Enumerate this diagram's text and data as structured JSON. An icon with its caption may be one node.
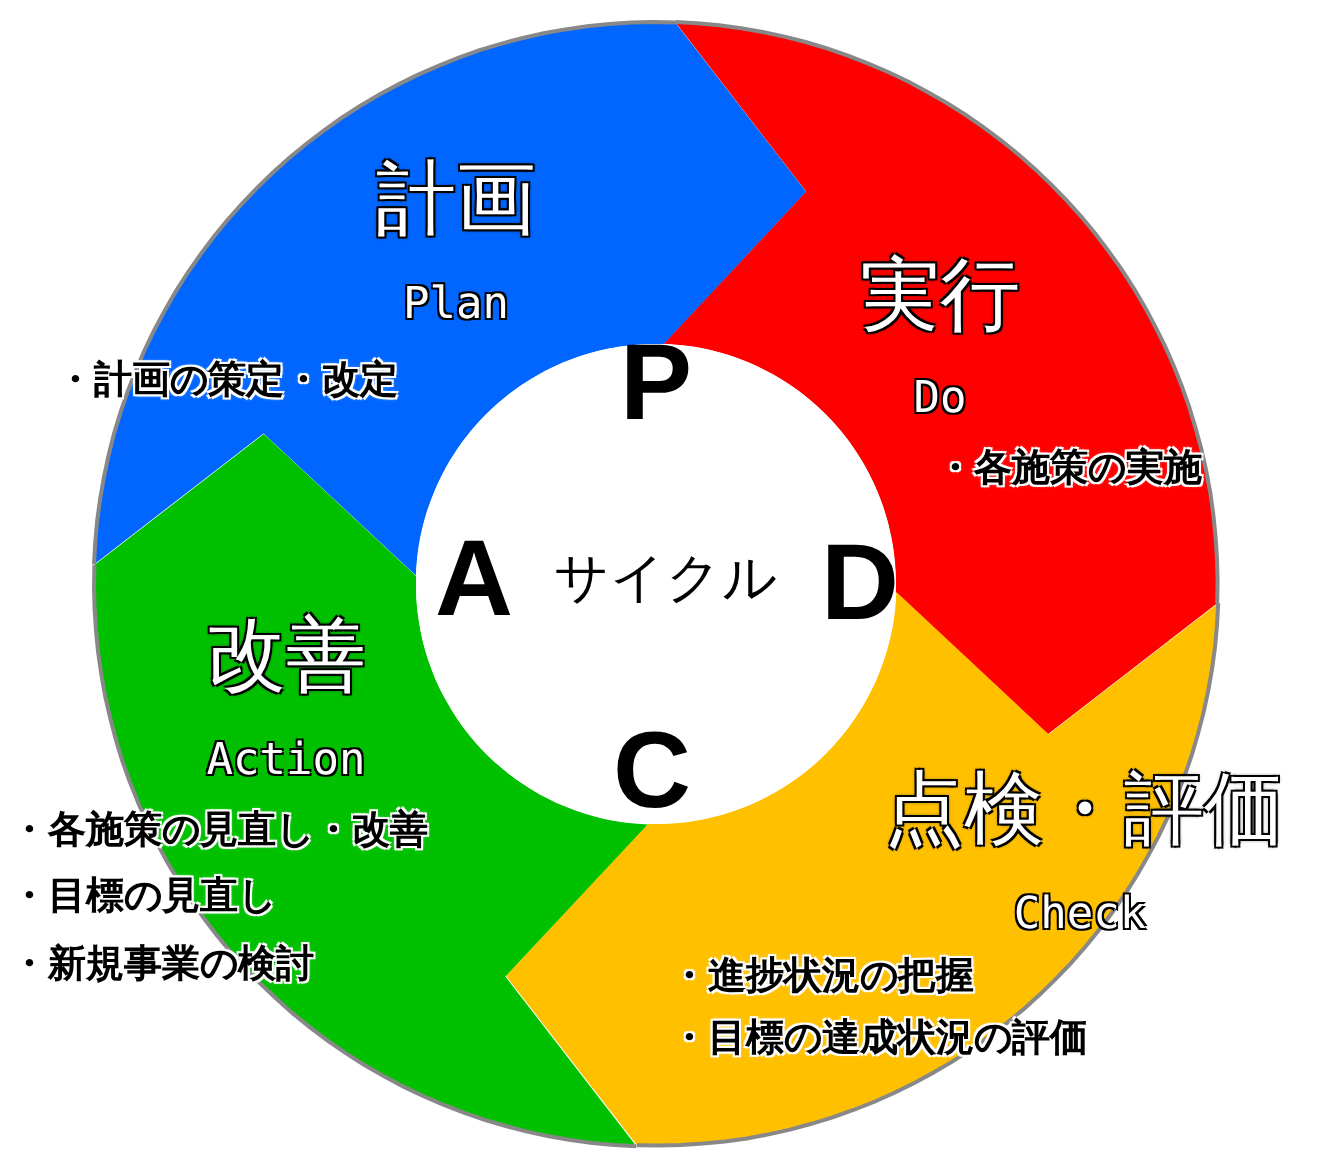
{
  "diagram": {
    "nodes": [
      {
        "text": [
          "計画",
          "Plan",
          "・計画の策定・改定"
        ]
      },
      {
        "text": [
          "実行",
          "Do",
          "・各施策の実施"
        ]
      },
      {
        "text": [
          "点検・評価",
          "Check",
          "・進捗状況の把握",
          "・目標の達成状況の評価"
        ]
      },
      {
        "text": [
          "改善",
          "Action",
          "・各施策の見直し・改善",
          "・目標の見直し",
          "・新規事業の検討"
        ]
      },
      {
        "text": [
          "P",
          "A",
          "サイクル",
          "D",
          "C"
        ]
      }
    ]
  }
}
